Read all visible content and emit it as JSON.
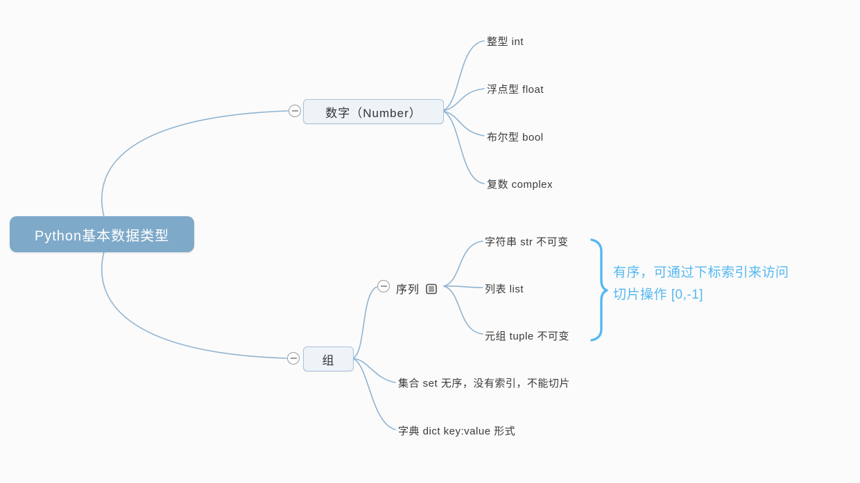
{
  "colors": {
    "root_fill": "#7fa9c9",
    "root_text": "#ffffff",
    "node_fill": "#eef3f8",
    "node_border": "#a9c2d6",
    "line": "#8fb3d1",
    "accent_blue": "#56b8f1",
    "leaf_text": "#3a3a3a",
    "collapse_stroke": "#9a9a9a"
  },
  "root": {
    "label": "Python基本数据类型"
  },
  "branches": {
    "number": {
      "label": "数字（Number）",
      "children": [
        {
          "label": "整型 int"
        },
        {
          "label": "浮点型 float"
        },
        {
          "label": "布尔型 bool"
        },
        {
          "label": "复数 complex"
        }
      ]
    },
    "group": {
      "label": "组",
      "sequence": {
        "label": "序列",
        "icon": "notes-icon",
        "children": [
          {
            "label": "字符串 str 不可变"
          },
          {
            "label": "列表 list"
          },
          {
            "label": "元组 tuple 不可变"
          }
        ],
        "annotation": {
          "line1": "有序，可通过下标索引来访问",
          "line2": "切片操作 [0,-1]"
        }
      },
      "set": {
        "label": "集合 set 无序，没有索引，不能切片"
      },
      "dict": {
        "label": "字典 dict key:value 形式"
      }
    }
  }
}
